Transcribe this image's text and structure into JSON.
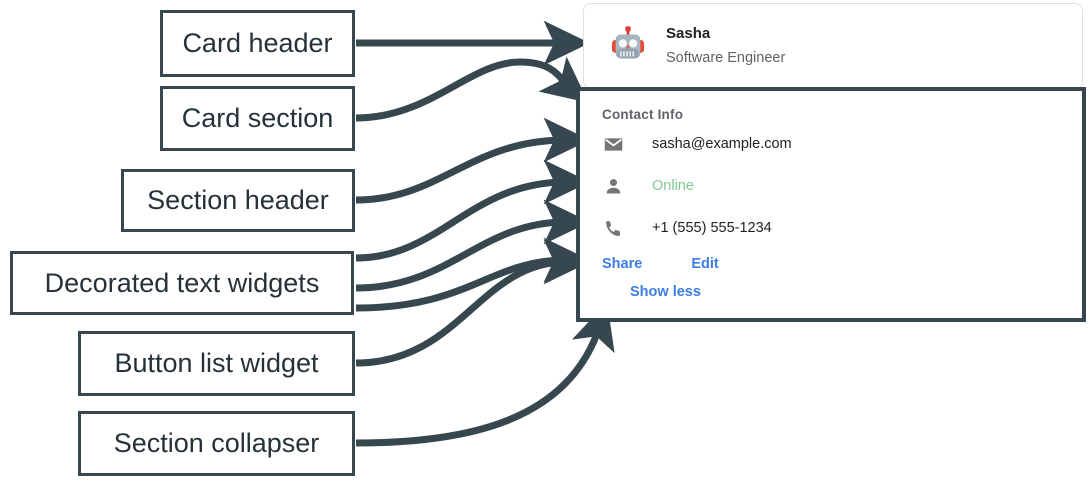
{
  "annotations": [
    {
      "label": "Card header",
      "name": "annotation-card-header"
    },
    {
      "label": "Card section",
      "name": "annotation-card-section"
    },
    {
      "label": "Section header",
      "name": "annotation-section-header"
    },
    {
      "label": "Decorated text widgets",
      "name": "annotation-decorated-text-widgets"
    },
    {
      "label": "Button list widget",
      "name": "annotation-button-list-widget"
    },
    {
      "label": "Section collapser",
      "name": "annotation-section-collapser"
    }
  ],
  "card": {
    "header": {
      "name": "Sasha",
      "subtitle": "Software Engineer",
      "avatar_icon": "robot-avatar-icon"
    },
    "section": {
      "header": "Contact Info",
      "rows": [
        {
          "icon": "email-icon",
          "text": "sasha@example.com",
          "style": "default"
        },
        {
          "icon": "person-icon",
          "text": "Online",
          "style": "green"
        },
        {
          "icon": "phone-icon",
          "text": "+1 (555) 555-1234",
          "style": "default"
        }
      ],
      "buttons": [
        {
          "label": "Share",
          "name": "share-button"
        },
        {
          "label": "Edit",
          "name": "edit-button"
        }
      ],
      "collapser": {
        "label": "Show less",
        "name": "show-less-button"
      }
    }
  },
  "colors": {
    "annotation_border": "#37474f",
    "annotation_text": "#263238",
    "arrow": "#37474f",
    "link": "#3d7de5",
    "status_green": "#81c995",
    "muted_text": "#5f6368",
    "card_border": "#e0e0e0"
  }
}
